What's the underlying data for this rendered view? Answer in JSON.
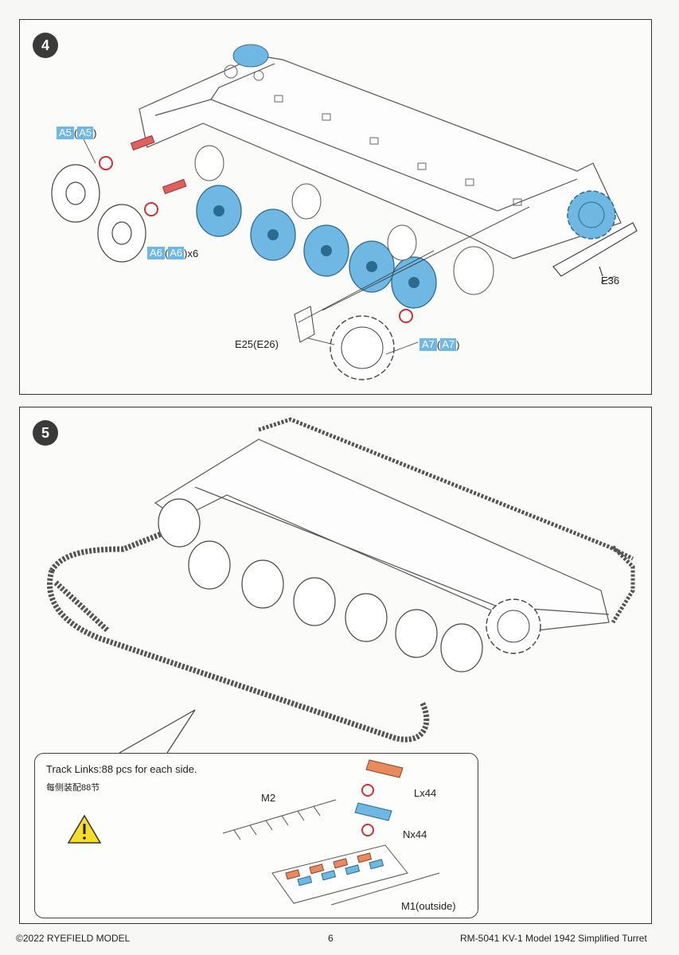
{
  "steps": [
    {
      "number": "4",
      "labels": {
        "a5": {
          "part": "A5",
          "alt": "A5"
        },
        "a6": {
          "part": "A6",
          "alt": "A6",
          "qty": "x6"
        },
        "a7": {
          "part": "A7",
          "alt": "A7"
        },
        "e36": "E36",
        "e25": "E25(E26)"
      }
    },
    {
      "number": "5",
      "note_en": "Track Links:88 pcs for each side.",
      "note_cn": "每侧装配88节",
      "labels": {
        "m2": "M2",
        "lx44": "Lx44",
        "nx44": "Nx44",
        "m1": "M1(outside)"
      }
    }
  ],
  "footer": {
    "copyright": "©2022 RYEFIELD MODEL",
    "page": "6",
    "product": "RM-5041 KV-1 Model 1942 Simplified Turret"
  },
  "colors": {
    "part_blue": "#6fb8e3",
    "track_orange": "#e98a5e",
    "warning_yellow": "#f5dd2a"
  }
}
